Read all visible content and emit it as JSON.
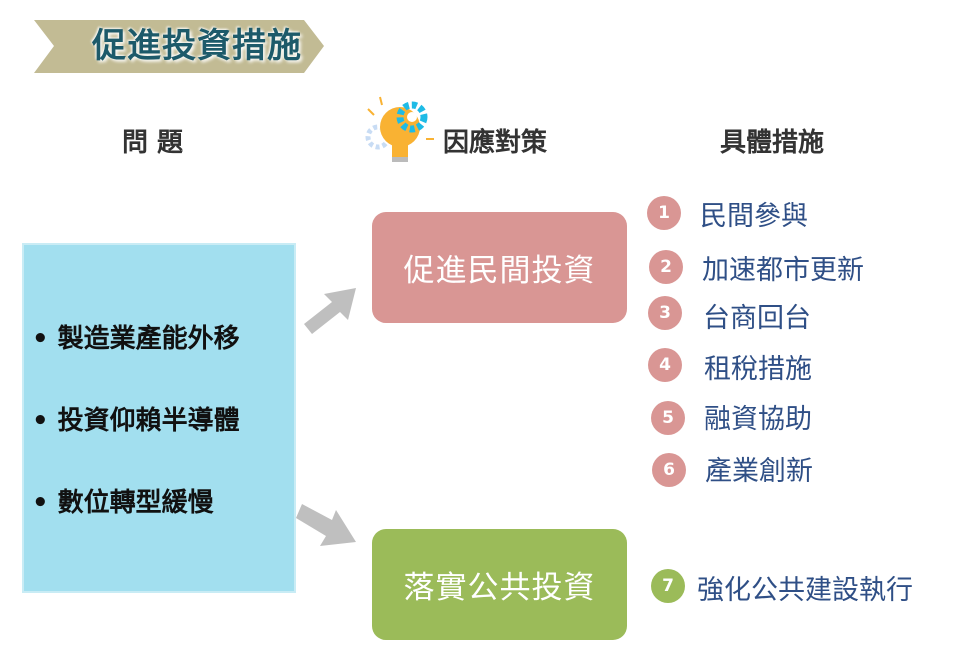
{
  "title": "促進投資措施",
  "headers": {
    "problems": "問 題",
    "responses": "因應對策",
    "measures": "具體措施"
  },
  "problems": [
    "• 製造業產能外移",
    "• 投資仰賴半導體",
    "• 數位轉型緩慢"
  ],
  "responses": [
    {
      "label": "促進民間投資",
      "color": "#d99694"
    },
    {
      "label": "落實公共投資",
      "color": "#9bbb59"
    }
  ],
  "measures": [
    {
      "num": "1",
      "label": "民間參與"
    },
    {
      "num": "2",
      "label": "加速都市更新"
    },
    {
      "num": "3",
      "label": "台商回台"
    },
    {
      "num": "4",
      "label": "租稅措施"
    },
    {
      "num": "5",
      "label": "融資協助"
    },
    {
      "num": "6",
      "label": "產業創新"
    },
    {
      "num": "7",
      "label": "強化公共建設執行"
    }
  ]
}
